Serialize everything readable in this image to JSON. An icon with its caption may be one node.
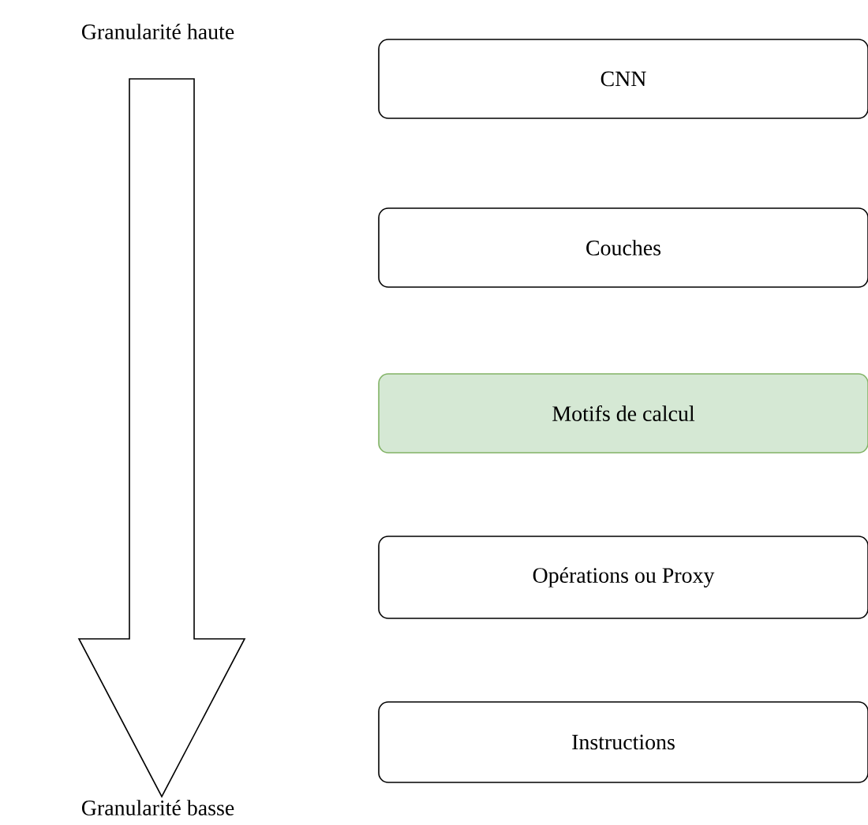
{
  "diagram": {
    "nodes": [
      {
        "text": [
          "CNN"
        ]
      },
      {
        "text": [
          "Couches"
        ]
      },
      {
        "text": [
          "Motifs de calcul"
        ]
      },
      {
        "text": [
          "Opérations ou Proxy"
        ]
      },
      {
        "text": [
          "Instructions"
        ]
      }
    ],
    "labels": [
      "Granularité haute",
      "Granularité basse"
    ]
  }
}
